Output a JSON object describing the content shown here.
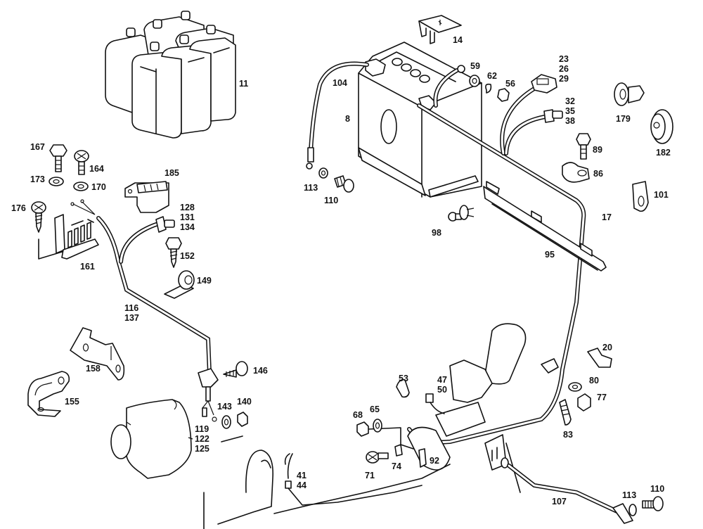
{
  "diagram": {
    "type": "exploded-parts-view",
    "subject": "Battery and electrical wiring components",
    "ink_color": "#111111",
    "background": "#ffffff"
  },
  "parts": [
    {
      "id": "battery-cells",
      "labels": [
        "11"
      ]
    },
    {
      "id": "battery",
      "labels": [
        "8"
      ]
    },
    {
      "id": "terminal-cover",
      "labels": [
        "14"
      ]
    },
    {
      "id": "positive-cable-main",
      "labels": [
        "17"
      ]
    },
    {
      "id": "cable-clip-upper",
      "labels": [
        "20"
      ]
    },
    {
      "id": "connector-block",
      "labels": [
        "23",
        "26",
        "29"
      ]
    },
    {
      "id": "plug-connector",
      "labels": [
        "32",
        "35",
        "38"
      ]
    },
    {
      "id": "starter-lead-plug",
      "labels": [
        "41",
        "44"
      ]
    },
    {
      "id": "starter-connector",
      "labels": [
        "47",
        "50"
      ]
    },
    {
      "id": "cap",
      "labels": [
        "53"
      ]
    },
    {
      "id": "nut-terminal",
      "labels": [
        "56"
      ]
    },
    {
      "id": "ring-terminal",
      "labels": [
        "59"
      ]
    },
    {
      "id": "lock-washer-terminal",
      "labels": [
        "62"
      ]
    },
    {
      "id": "spring-washer-starter",
      "labels": [
        "65"
      ]
    },
    {
      "id": "nut-starter",
      "labels": [
        "68"
      ]
    },
    {
      "id": "screw-starter",
      "labels": [
        "71"
      ]
    },
    {
      "id": "clip-plate",
      "labels": [
        "74"
      ]
    },
    {
      "id": "nut-clip",
      "labels": [
        "77"
      ]
    },
    {
      "id": "washer-clip",
      "labels": [
        "80"
      ]
    },
    {
      "id": "stud-bolt",
      "labels": [
        "83"
      ]
    },
    {
      "id": "cable-clamp",
      "labels": [
        "86"
      ]
    },
    {
      "id": "bolt-clamp",
      "labels": [
        "89"
      ]
    },
    {
      "id": "starter-terminal-bracket",
      "labels": [
        "92"
      ]
    },
    {
      "id": "cable-duct",
      "labels": [
        "95"
      ]
    },
    {
      "id": "expanding-rivet",
      "labels": [
        "98"
      ]
    },
    {
      "id": "cable-holder",
      "labels": [
        "101"
      ]
    },
    {
      "id": "ground-cable-battery",
      "labels": [
        "104"
      ]
    },
    {
      "id": "ground-strap",
      "labels": [
        "107"
      ]
    },
    {
      "id": "bolt-ground-battery",
      "labels": [
        "110"
      ]
    },
    {
      "id": "washer-ground-battery",
      "labels": [
        "113"
      ]
    },
    {
      "id": "bolt-ground-strap",
      "labels": [
        "110"
      ]
    },
    {
      "id": "washer-ground-strap",
      "labels": [
        "113"
      ]
    },
    {
      "id": "alternator-cable",
      "labels": [
        "116",
        "137"
      ]
    },
    {
      "id": "alternator-plug",
      "labels": [
        "119",
        "122",
        "125"
      ]
    },
    {
      "id": "regulator-plug",
      "labels": [
        "128",
        "131",
        "134"
      ]
    },
    {
      "id": "nut-alternator",
      "labels": [
        "140"
      ]
    },
    {
      "id": "washer-alternator",
      "labels": [
        "143"
      ]
    },
    {
      "id": "screw-grommet",
      "labels": [
        "146"
      ]
    },
    {
      "id": "grommet-clip",
      "labels": [
        "149"
      ]
    },
    {
      "id": "tapping-screw",
      "labels": [
        "152"
      ]
    },
    {
      "id": "bracket-curved",
      "labels": [
        "155"
      ]
    },
    {
      "id": "bracket-flat",
      "labels": [
        "158"
      ]
    },
    {
      "id": "fuse-holder",
      "labels": [
        "161"
      ]
    },
    {
      "id": "screw-cross",
      "labels": [
        "164"
      ]
    },
    {
      "id": "bolt-hex",
      "labels": [
        "167"
      ]
    },
    {
      "id": "spring-washer-a",
      "labels": [
        "170"
      ]
    },
    {
      "id": "spring-washer-b",
      "labels": [
        "173"
      ]
    },
    {
      "id": "sheet-metal-screw",
      "labels": [
        "176"
      ]
    },
    {
      "id": "grommet-round",
      "labels": [
        "179"
      ]
    },
    {
      "id": "grommet-large",
      "labels": [
        "182"
      ]
    },
    {
      "id": "relay",
      "labels": [
        "185"
      ]
    }
  ]
}
